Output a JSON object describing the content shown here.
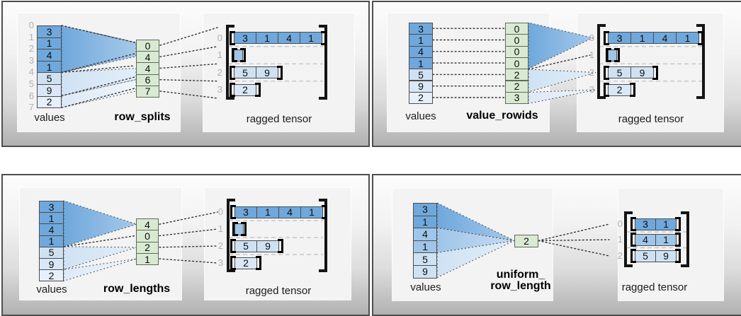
{
  "palette": {
    "dark_blue": "#6fa8dc",
    "medium_blue": "#9fc5e8",
    "light_blue": "#cfe2f3",
    "pale_blue": "#d9e7f6",
    "faint_blue": "#e6effa",
    "green": "#d9ead3",
    "index_gray": "#b1b1b1"
  },
  "quadrants": [
    {
      "key": "row_splits",
      "values_label": "values",
      "method_label_lines": [
        "row_splits"
      ],
      "tensor_label": "ragged tensor",
      "values": [
        "3",
        "1",
        "4",
        "1",
        "5",
        "9",
        "2"
      ],
      "value_shades": [
        "dark_blue",
        "dark_blue",
        "dark_blue",
        "dark_blue",
        "light_blue",
        "pale_blue",
        "faint_blue"
      ],
      "boundary_indices": [
        "0",
        "1",
        "2",
        "3",
        "4",
        "5",
        "6",
        "7"
      ],
      "param_cells": [
        "0",
        "4",
        "4",
        "6",
        "7"
      ],
      "tensor_rows": [
        {
          "index": "0",
          "cells": [
            "3",
            "1",
            "4",
            "1"
          ],
          "shade": "dark_blue"
        },
        {
          "index": "1",
          "cells": [],
          "shade": "medium_blue"
        },
        {
          "index": "2",
          "cells": [
            "5",
            "9"
          ],
          "shade": "light_blue"
        },
        {
          "index": "3",
          "cells": [
            "2"
          ],
          "shade": "pale_blue"
        }
      ]
    },
    {
      "key": "value_rowids",
      "values_label": "values",
      "method_label_lines": [
        "value_rowids"
      ],
      "tensor_label": "ragged tensor",
      "values": [
        "3",
        "1",
        "4",
        "1",
        "5",
        "9",
        "2"
      ],
      "value_shades": [
        "dark_blue",
        "dark_blue",
        "dark_blue",
        "dark_blue",
        "light_blue",
        "pale_blue",
        "faint_blue"
      ],
      "param_cells": [
        "0",
        "0",
        "0",
        "0",
        "2",
        "2",
        "3"
      ],
      "tensor_rows": [
        {
          "index": "0",
          "cells": [
            "3",
            "1",
            "4",
            "1"
          ],
          "shade": "dark_blue"
        },
        {
          "index": "1",
          "cells": [],
          "shade": "medium_blue"
        },
        {
          "index": "2",
          "cells": [
            "5",
            "9"
          ],
          "shade": "light_blue"
        },
        {
          "index": "3",
          "cells": [
            "2"
          ],
          "shade": "pale_blue"
        }
      ]
    },
    {
      "key": "row_lengths",
      "values_label": "values",
      "method_label_lines": [
        "row_lengths"
      ],
      "tensor_label": "ragged tensor",
      "values": [
        "3",
        "1",
        "4",
        "1",
        "5",
        "9",
        "2"
      ],
      "value_shades": [
        "dark_blue",
        "dark_blue",
        "dark_blue",
        "dark_blue",
        "light_blue",
        "pale_blue",
        "faint_blue"
      ],
      "param_cells": [
        "4",
        "0",
        "2",
        "1"
      ],
      "tensor_rows": [
        {
          "index": "0",
          "cells": [
            "3",
            "1",
            "4",
            "1"
          ],
          "shade": "dark_blue"
        },
        {
          "index": "1",
          "cells": [],
          "shade": "medium_blue"
        },
        {
          "index": "2",
          "cells": [
            "5",
            "9"
          ],
          "shade": "light_blue"
        },
        {
          "index": "3",
          "cells": [
            "2"
          ],
          "shade": "pale_blue"
        }
      ]
    },
    {
      "key": "uniform_row_length",
      "values_label": "values",
      "method_label_lines": [
        "uniform_",
        "row_length"
      ],
      "tensor_label": "ragged tensor",
      "values": [
        "3",
        "1",
        "4",
        "1",
        "5",
        "9"
      ],
      "value_shades": [
        "dark_blue",
        "dark_blue",
        "medium_blue",
        "medium_blue",
        "light_blue",
        "light_blue"
      ],
      "param_cells": [
        "2"
      ],
      "tensor_rows": [
        {
          "index": "0",
          "cells": [
            "3",
            "1"
          ],
          "shade": "dark_blue"
        },
        {
          "index": "1",
          "cells": [
            "4",
            "1"
          ],
          "shade": "medium_blue"
        },
        {
          "index": "2",
          "cells": [
            "5",
            "9"
          ],
          "shade": "light_blue"
        }
      ]
    }
  ]
}
